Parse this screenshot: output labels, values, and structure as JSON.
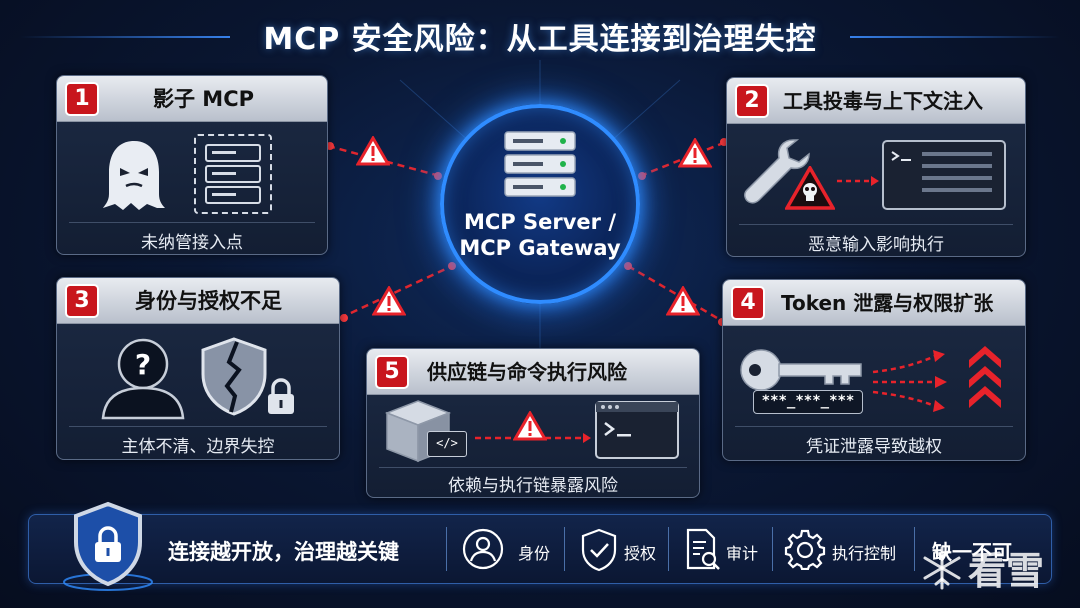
{
  "title": "MCP 安全风险：从工具连接到治理失控",
  "hub": {
    "line1": "MCP Server /",
    "line2": "MCP Gateway"
  },
  "cards": [
    {
      "num": "1",
      "title": "影子 MCP",
      "foot": "未纳管接入点"
    },
    {
      "num": "2",
      "title": "工具投毒与上下文注入",
      "foot": "恶意输入影响执行"
    },
    {
      "num": "3",
      "title": "身份与授权不足",
      "foot": "主体不清、边界失控"
    },
    {
      "num": "4",
      "title": "Token 泄露与权限扩张",
      "foot": "凭证泄露导致越权"
    },
    {
      "num": "5",
      "title": "供应链与命令执行风险",
      "foot": "依赖与执行链暴露风险"
    }
  ],
  "token_mask": "***_***_***",
  "bottom": {
    "slogan": "连接越开放，治理越关键",
    "items": [
      {
        "label": "身份",
        "icon": "user-icon"
      },
      {
        "label": "授权",
        "icon": "shield-check-icon"
      },
      {
        "label": "审计",
        "icon": "audit-doc-icon"
      },
      {
        "label": "执行控制",
        "icon": "gear-icon"
      }
    ],
    "tail": "缺一不可"
  },
  "watermark": "看雪",
  "colors": {
    "accent": "#2f8cff",
    "danger": "#c8161d",
    "warning": "#e8232b"
  }
}
